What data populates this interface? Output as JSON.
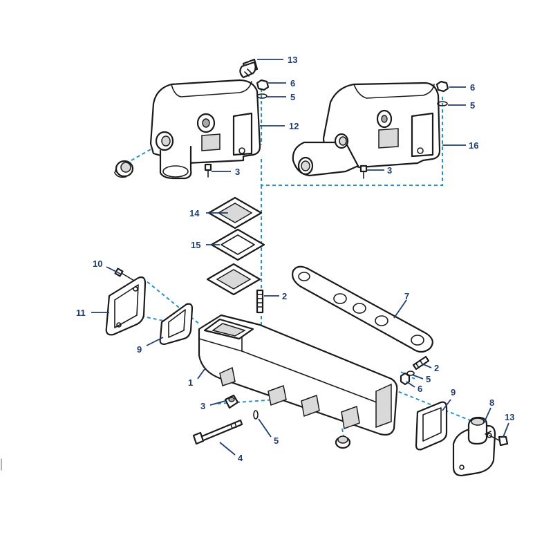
{
  "callouts": {
    "c1": "1",
    "c2a": "2",
    "c2b": "2",
    "c3a": "3",
    "c3b": "3",
    "c3c": "3",
    "c4": "4",
    "c5a": "5",
    "c5b": "5",
    "c5c": "5",
    "c5d": "5",
    "c6a": "6",
    "c6b": "6",
    "c6c": "6",
    "c7": "7",
    "c8": "8",
    "c9a": "9",
    "c9b": "9",
    "c10": "10",
    "c11": "11",
    "c12": "12",
    "c13a": "13",
    "c13b": "13",
    "c14": "14",
    "c15": "15",
    "c16": "16"
  },
  "colors": {
    "callout": "#1f3d6e",
    "dash": "#2a8fc9"
  }
}
